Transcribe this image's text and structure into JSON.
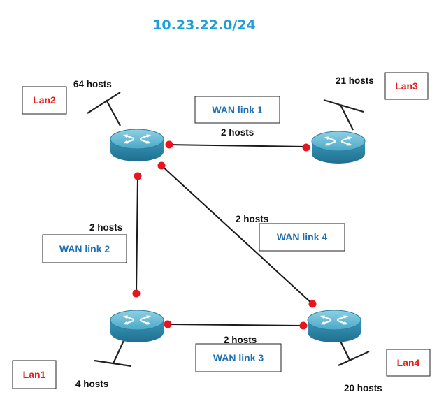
{
  "title": "10.23.22.0/24",
  "lans": [
    {
      "label": "Lan2",
      "hosts": "64 hosts"
    },
    {
      "label": "Lan3",
      "hosts": "21 hosts"
    },
    {
      "label": "Lan1",
      "hosts": "4 hosts"
    },
    {
      "label": "Lan4",
      "hosts": "20 hosts"
    }
  ],
  "wan_links": [
    {
      "label": "WAN link 1",
      "hosts": "2 hosts"
    },
    {
      "label": "WAN link 2",
      "hosts": "2 hosts"
    },
    {
      "label": "WAN link 3",
      "hosts": "2 hosts"
    },
    {
      "label": "WAN link 4",
      "hosts": "2 hosts"
    }
  ],
  "colors": {
    "title": "#1a9fd9",
    "lan_label": "#e02020",
    "wan_label": "#1f6fb5",
    "interface_dot": "#e8141e",
    "router_body": "#3fa5c4"
  },
  "icons": [
    "router-icon",
    "lan-segment-icon"
  ]
}
